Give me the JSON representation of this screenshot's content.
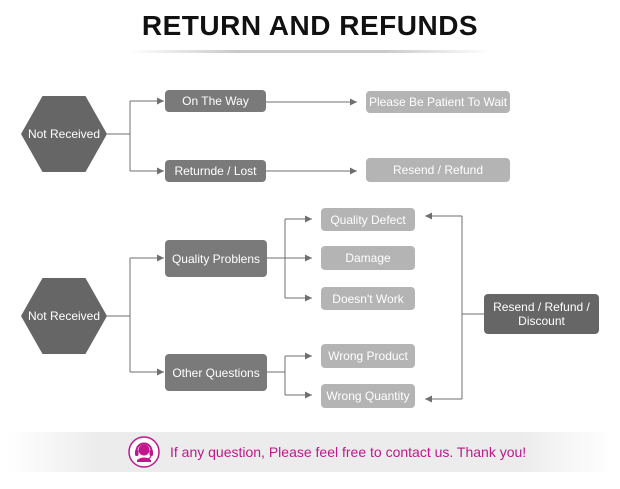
{
  "title": "RETURN AND REFUNDS",
  "section1": {
    "start": "Not Received",
    "branch_a": "On The Way",
    "result_a": "Please Be Patient To Wait",
    "branch_b": "Returnde / Lost",
    "result_b": "Resend / Refund"
  },
  "section2": {
    "start": "Not Received",
    "branch_a": "Quality Problens",
    "branch_a_items": [
      "Quality Defect",
      "Damage",
      "Doesn't Work"
    ],
    "branch_b": "Other Questions",
    "branch_b_items": [
      "Wrong Product",
      "Wrong Quantity"
    ],
    "resolution": "Resend / Refund / Discount"
  },
  "footer": {
    "text": "If any question, Please feel free to contact us. Thank you!",
    "icon": "customer-support-icon",
    "accent_color": "#c0178c"
  },
  "colors": {
    "dark_box": "#7a7a7a",
    "light_box": "#b4b4b4",
    "hexagon": "#666666",
    "connector": "#6f6f6f"
  }
}
